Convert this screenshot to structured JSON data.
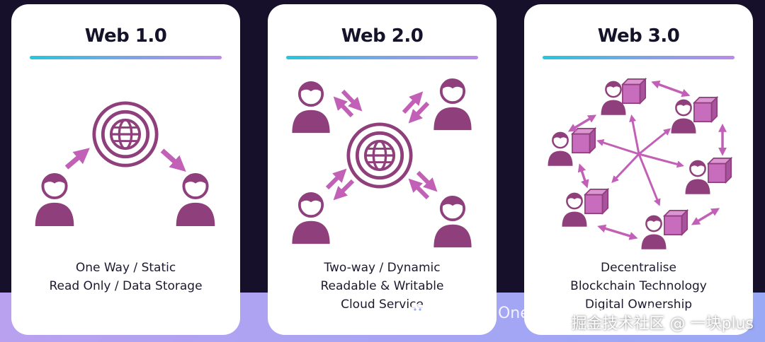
{
  "colors": {
    "background": "#17102b",
    "card": "#ffffff",
    "accent_purple": "#8f3f7c",
    "arrow": "#c160b6",
    "cube_face": "#c86cbd",
    "gradient_start": "#25c7dc",
    "gradient_end": "#b98be8"
  },
  "cards": [
    {
      "title": "Web 1.0",
      "lines": [
        "One Way / Static",
        "Read Only / Data Storage"
      ]
    },
    {
      "title": "Web 2.0",
      "lines": [
        "Two-way / Dynamic",
        "Readable & Writable",
        "Cloud Service"
      ]
    },
    {
      "title": "Web 3.0",
      "lines": [
        "Decentralise",
        "Blockchain Technology",
        "Digital Ownership"
      ]
    }
  ],
  "watermark": {
    "text": "公众号 · OneBlock Community",
    "icon": "wechat-bubble-icon"
  },
  "credit": "掘金技术社区 @ 一块plus",
  "icons": {
    "globe": "globe-icon",
    "person": "person-icon",
    "cube": "cube-icon",
    "arrow": "arrow-icon"
  }
}
